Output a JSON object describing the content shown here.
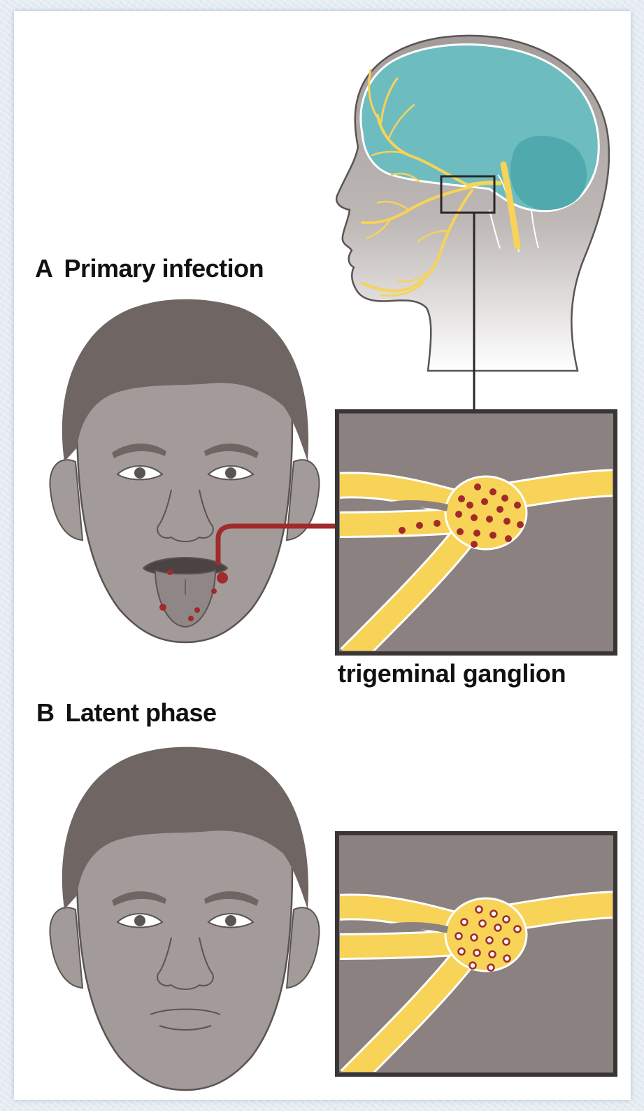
{
  "labels": {
    "section_a_letter": "A",
    "section_a_title": "Primary infection",
    "section_b_letter": "B",
    "section_b_title": "Latent phase",
    "ganglion_caption": "trigeminal ganglion"
  },
  "colors": {
    "background": "#e4ebf3",
    "panel": "#ffffff",
    "skin": "#a29b99",
    "hair": "#6f6563",
    "brain": "#6dbcc0",
    "cerebellum": "#4fa9ad",
    "nerve": "#f7d357",
    "virus": "#a12a2a",
    "arrow": "#a12a2a",
    "inset_background": "#8b8180",
    "outline": "#3a3535"
  }
}
